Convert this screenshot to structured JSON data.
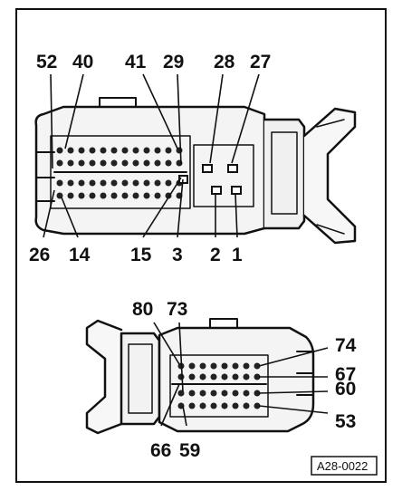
{
  "connector_top": {
    "labels_upper": [
      "52",
      "40",
      "41",
      "29",
      "28",
      "27"
    ],
    "labels_lower": [
      "26",
      "14",
      "15",
      "3",
      "2",
      "1"
    ]
  },
  "connector_bottom": {
    "labels_left": [
      "80",
      "73",
      "66",
      "59"
    ],
    "labels_right": [
      "74",
      "67",
      "60",
      "53"
    ]
  },
  "reference_code": "A28-0022"
}
